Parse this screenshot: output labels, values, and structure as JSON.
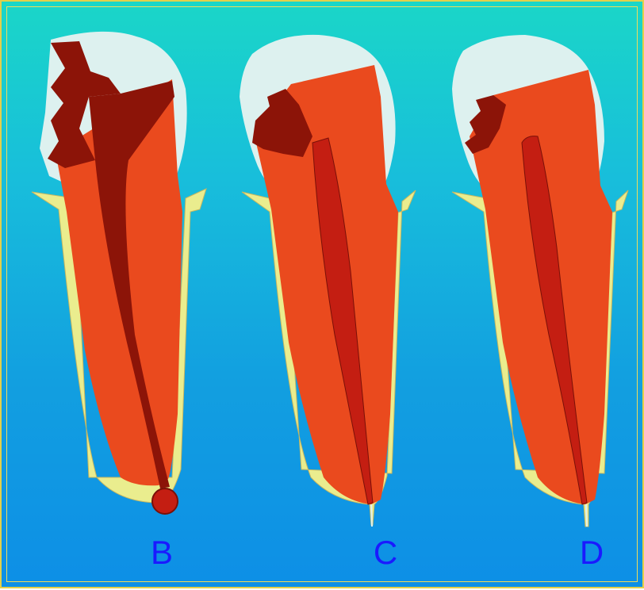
{
  "labels": {
    "b": "B",
    "c": "C",
    "d": "D"
  },
  "colors": {
    "background_top": "#1ad6c8",
    "background_bottom": "#0d8fe6",
    "frame": "#e3d04a",
    "enamel": "#ddf1ef",
    "dentin": "#ea4a1e",
    "pulp": "#c41e12",
    "decay": "#8c1408",
    "cementum": "#eaed8e",
    "label_text": "#1a1aff"
  }
}
